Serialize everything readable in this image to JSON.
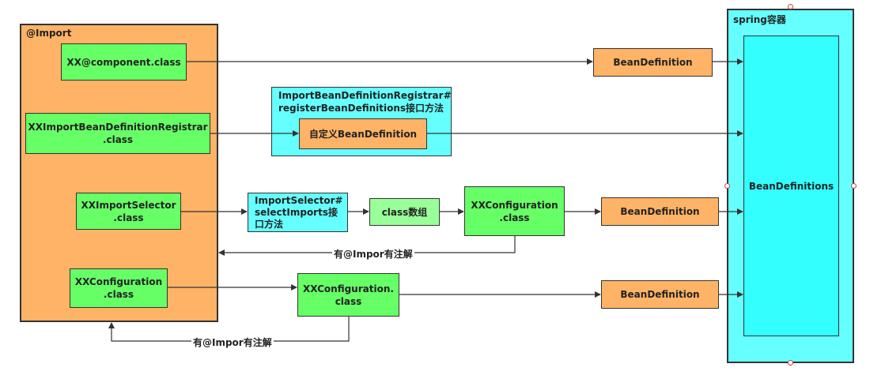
{
  "import_container": {
    "label": "@Import"
  },
  "spring_container": {
    "label": "spring容器",
    "inner_label": "BeanDefinitions"
  },
  "sources": {
    "component": "XX@component.class",
    "registrar_line1": "XXImportBeanDefinitionRegistrar",
    "registrar_line2": ".class",
    "selector_line1": "XXImportSelector",
    "selector_line2": ".class",
    "configuration_line1": "XXConfiguration",
    "configuration_line2": ".class"
  },
  "registrar_group": {
    "line1": "ImportBeanDefinitionRegistrar#",
    "line2": "registerBeanDefinitions接口方法",
    "inner": "自定义BeanDefinition"
  },
  "selector_method": {
    "line1": "ImportSelector#",
    "line2": "selectImports接",
    "line3": "口方法"
  },
  "class_array": "class数组",
  "selector_configuration": {
    "line1": "XXConfiguration",
    "line2": ".class"
  },
  "config_class": {
    "line1": "XXConfiguration.",
    "line2": "class"
  },
  "bean_definitions": {
    "top": "BeanDefinition",
    "middle": "BeanDefinition",
    "bottom": "BeanDefinition"
  },
  "feedback_labels": {
    "upper": "有@Impor有注解",
    "lower": "有@Impor有注解"
  },
  "colors": {
    "green": "#66ff66",
    "light_green": "#99ff99",
    "orange": "#ffb366",
    "cyan": "#66ffff",
    "cyan_inner": "#33ffff",
    "line": "#333333"
  }
}
